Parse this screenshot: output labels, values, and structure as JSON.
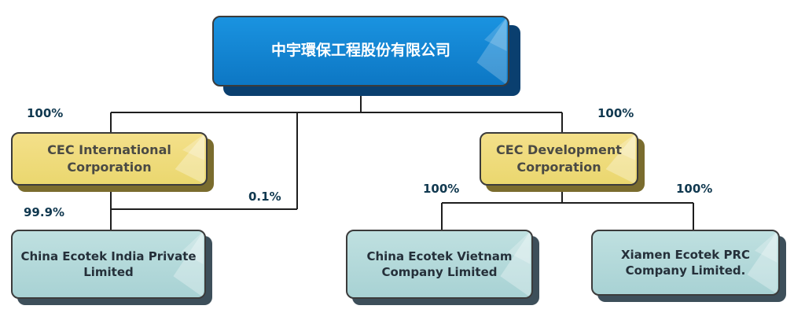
{
  "diagram": {
    "root": "中宇環保工程股份有限公司",
    "intermediate": [
      {
        "name_line1": "CEC International",
        "name_line2": "Corporation"
      },
      {
        "name_line1": "CEC Development",
        "name_line2": "Corporation"
      }
    ],
    "leaves": [
      {
        "name_line1": "China Ecotek India Private",
        "name_line2": "Limited"
      },
      {
        "name_line1": "China Ecotek Vietnam",
        "name_line2": "Company Limited"
      },
      {
        "name_line1": "Xiamen Ecotek PRC",
        "name_line2": "Company Limited."
      }
    ],
    "ownership": {
      "root_to_cec_international": "100%",
      "root_to_cec_development": "100%",
      "cec_international_to_india": "99.9%",
      "root_to_india": "0.1%",
      "cec_development_to_vietnam": "100%",
      "cec_development_to_xiamen": "100%"
    }
  }
}
